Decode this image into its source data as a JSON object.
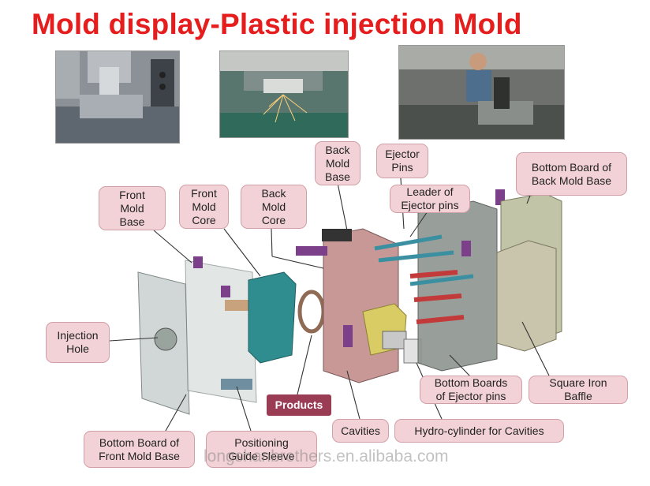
{
  "title": "Mold display-Plastic injection Mold",
  "labels": {
    "back_mold_base": "Back\nMold\nBase",
    "ejector_pins": "Ejector\nPins",
    "bottom_board_back": "Bottom Board of\nBack Mold Base",
    "leader_ejector": "Leader of\nEjector pins",
    "front_mold_base": "Front\nMold\nBase",
    "front_mold_core": "Front\nMold\nCore",
    "back_mold_core": "Back\nMold\nCore",
    "injection_hole": "Injection\nHole",
    "products": "Products",
    "bottom_boards_ejector": "Bottom Boards\nof Ejector pins",
    "square_iron_baffle": "Square Iron\nBaffle",
    "bottom_board_front": "Bottom Board of\nFront Mold Base",
    "positioning_guide_sleeve": "Positioning\nGuide Sleeve",
    "cavities": "Cavities",
    "hydro_cylinder": "Hydro-cylinder for Cavities"
  },
  "watermark": "longshanbrothers.en.alibaba.com",
  "colors": {
    "title": "#e51d1d",
    "label_fill": "#f2d2d6",
    "label_border": "#d0a0a8",
    "products_fill": "#9b3c55"
  }
}
